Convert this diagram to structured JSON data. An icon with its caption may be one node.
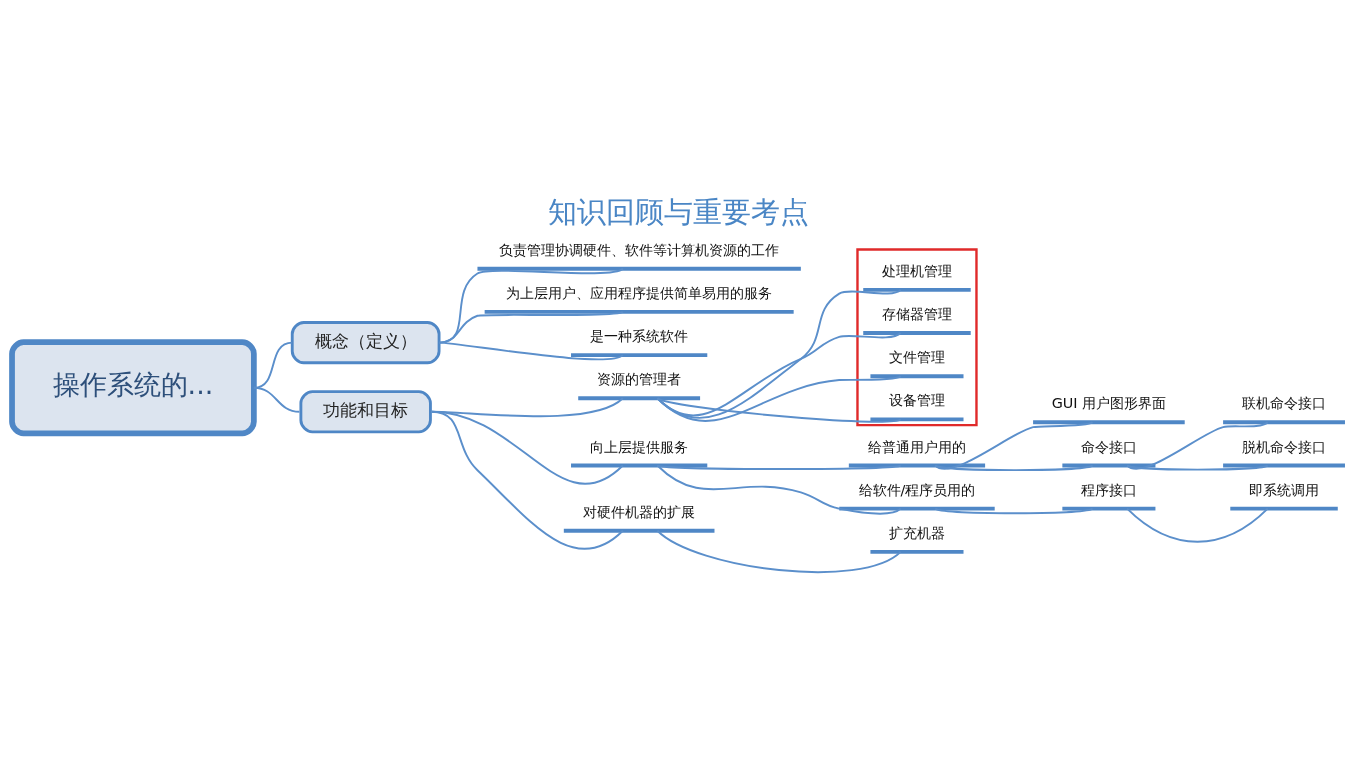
{
  "diagram": {
    "title": "知识回顾与重要考点",
    "nodes": [
      {
        "text": [
          "操作系统的..."
        ]
      },
      {
        "text": [
          "概念（定义）"
        ]
      },
      {
        "text": [
          "负责管理协调硬件、软件等计算机资源的工作"
        ]
      },
      {
        "text": [
          "为上层用户、应用程序提供简单易用的服务"
        ]
      },
      {
        "text": [
          "是一种系统软件"
        ]
      },
      {
        "text": [
          "功能和目标"
        ]
      },
      {
        "text": [
          "资源的管理者"
        ]
      },
      {
        "text": [],
        "shape": "box"
      },
      {
        "text": [
          "处理机管理"
        ],
        "in": 7
      },
      {
        "text": [
          "存储器管理"
        ],
        "in": 7
      },
      {
        "text": [
          "文件管理"
        ],
        "in": 7
      },
      {
        "text": [
          "设备管理"
        ],
        "in": 7
      },
      {
        "text": [
          "向上层提供服务"
        ]
      },
      {
        "text": [
          "给普通用户用的"
        ]
      },
      {
        "text": [
          "GUI 用户图形界面"
        ]
      },
      {
        "text": [
          "命令接口"
        ]
      },
      {
        "text": [
          "联机命令接口"
        ]
      },
      {
        "text": [
          "脱机命令接口"
        ]
      },
      {
        "text": [
          "给软件/程序员用的"
        ]
      },
      {
        "text": [
          "程序接口"
        ]
      },
      {
        "text": [
          "即系统调用"
        ]
      },
      {
        "text": [
          "对硬件机器的扩展"
        ]
      },
      {
        "text": [
          "扩充机器"
        ]
      }
    ],
    "edges": [
      {
        "from": 0,
        "to": 1,
        "arrow": "none"
      },
      {
        "from": 1,
        "to": 2,
        "arrow": "none"
      },
      {
        "from": 1,
        "to": 3,
        "arrow": "none"
      },
      {
        "from": 1,
        "to": 4,
        "arrow": "none"
      },
      {
        "from": 0,
        "to": 5,
        "arrow": "none"
      },
      {
        "from": 5,
        "to": 6,
        "arrow": "none"
      },
      {
        "from": 6,
        "to": 8,
        "arrow": "none"
      },
      {
        "from": 6,
        "to": 9,
        "arrow": "none"
      },
      {
        "from": 6,
        "to": 10,
        "arrow": "none"
      },
      {
        "from": 6,
        "to": 11,
        "arrow": "none"
      },
      {
        "from": 5,
        "to": 12,
        "arrow": "none"
      },
      {
        "from": 12,
        "to": 13,
        "arrow": "none"
      },
      {
        "from": 13,
        "to": 14,
        "arrow": "none"
      },
      {
        "from": 13,
        "to": 15,
        "arrow": "none"
      },
      {
        "from": 15,
        "to": 16,
        "arrow": "none"
      },
      {
        "from": 15,
        "to": 17,
        "arrow": "none"
      },
      {
        "from": 12,
        "to": 18,
        "arrow": "none"
      },
      {
        "from": 18,
        "to": 19,
        "arrow": "none"
      },
      {
        "from": 19,
        "to": 20,
        "arrow": "none"
      },
      {
        "from": 5,
        "to": 21,
        "arrow": "none"
      },
      {
        "from": 21,
        "to": 22,
        "arrow": "none"
      }
    ]
  }
}
